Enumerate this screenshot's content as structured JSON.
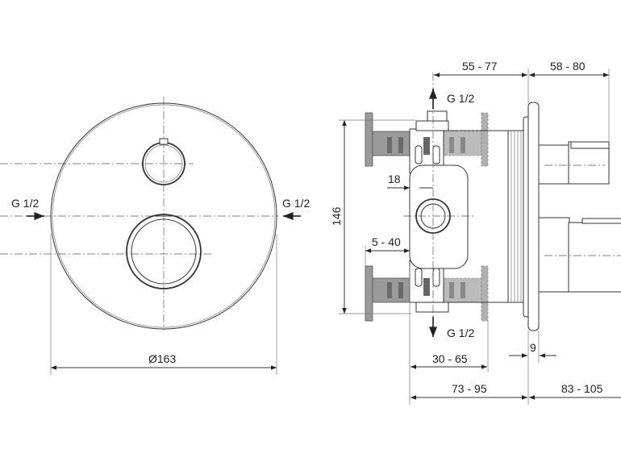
{
  "front_view": {
    "diameter_label": "Ø163",
    "inlet_left_label": "G 1/2",
    "inlet_right_label": "G 1/2"
  },
  "side_view": {
    "height_label": "146",
    "top_outlet_label": "G 1/2",
    "bottom_outlet_label": "G 1/2",
    "dim_18": "18",
    "dim_5_40": "5 - 40",
    "dim_55_77": "55 - 77",
    "dim_58_80": "58 - 80",
    "dim_30_65": "30 - 65",
    "dim_9": "9",
    "dim_73_95": "73 - 95",
    "dim_83_105": "83 - 105"
  }
}
